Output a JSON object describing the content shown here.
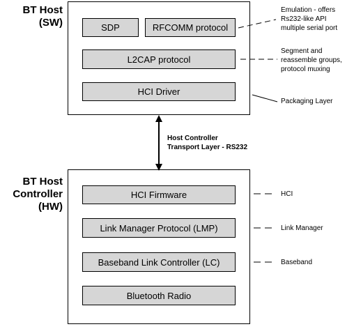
{
  "host": {
    "title_line1": "BT Host",
    "title_line2": "(SW)",
    "layers": {
      "sdp": "SDP",
      "rfcomm": "RFCOMM protocol",
      "l2cap": "L2CAP protocol",
      "hci_driver": "HCI Driver"
    },
    "notes": {
      "rfcomm_line1": "Emulation - offers",
      "rfcomm_line2": "Rs232-like API",
      "rfcomm_line3": "multiple serial port",
      "l2cap_line1": "Segment and",
      "l2cap_line2": "reassemble groups,",
      "l2cap_line3": "protocol muxing",
      "hci_driver": "Packaging Layer"
    }
  },
  "transport": {
    "line1": "Host Controller",
    "line2": "Transport Layer - RS232"
  },
  "controller": {
    "title_line1": "BT Host",
    "title_line2": "Controller",
    "title_line3": "(HW)",
    "layers": {
      "hci_firmware": "HCI Firmware",
      "lmp": "Link Manager Protocol (LMP)",
      "lc": "Baseband Link Controller (LC)",
      "radio": "Bluetooth Radio"
    },
    "notes": {
      "hci": "HCI",
      "lmp": "Link Manager",
      "baseband": "Baseband"
    }
  }
}
